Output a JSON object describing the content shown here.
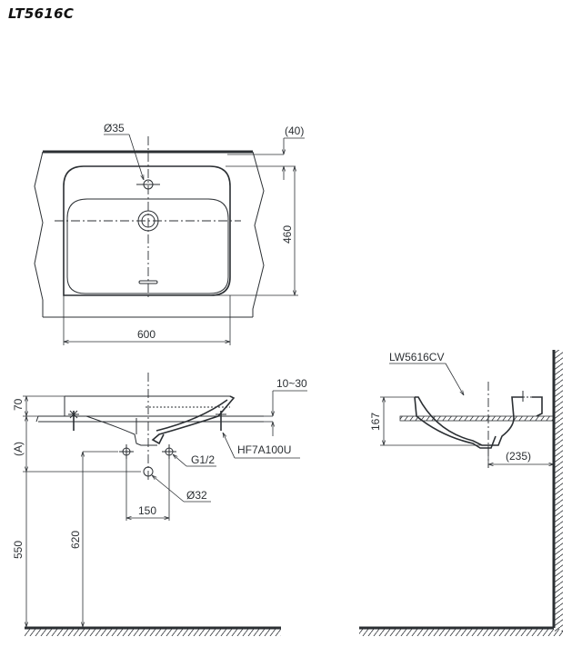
{
  "title": "LT5616C",
  "top_view": {
    "hole_diameter": "Ø35",
    "offset": "(40)",
    "depth": "460",
    "width": "600"
  },
  "front_view": {
    "rim_height": "70",
    "counter_thickness": "10~30",
    "adjustable_height": "(A)",
    "fitting_label": "HF7A100U",
    "supply_label": "G1/2",
    "drain_diameter": "Ø32",
    "supply_spacing": "150",
    "supply_height": "620",
    "drain_height": "550"
  },
  "side_view": {
    "model_label": "LW5616CV",
    "bowl_height": "167",
    "wall_distance": "(235)"
  },
  "colors": {
    "line": "#2b2f33",
    "background": "#ffffff"
  }
}
